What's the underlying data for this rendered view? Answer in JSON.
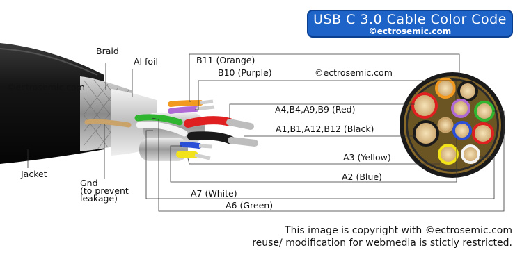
{
  "title": {
    "main": "USB C 3.0 Cable Color Code",
    "sub": "©ectrosemic.com"
  },
  "watermarks": [
    "©ectrosemic.com",
    "©ectrosemic.com"
  ],
  "labels": {
    "braid": "Braid",
    "al_foil": "Al foil",
    "jacket": "Jacket",
    "gnd": "Gnd\n(to prevent\nleakage)",
    "b11": "B11 (Orange)",
    "b10": "B10 (Purple)",
    "red": "A4,B4,A9,B9 (Red)",
    "black": "A1,B1,A12,B12 (Black)",
    "yellow": "A3 (Yellow)",
    "blue": "A2 (Blue)",
    "white": "A7 (White)",
    "green": "A6 (Green)"
  },
  "copyright": {
    "line1": "This image is copyright with ©ectrosemic.com",
    "line2": "reuse/ modification for webmedia is stictly restricted."
  },
  "colors": {
    "orange": "#f29a1f",
    "purple": "#b06ad6",
    "red": "#e02020",
    "black": "#1a1a1a",
    "yellow": "#f2e21a",
    "blue": "#2a4fd6",
    "white": "#f4f4f4",
    "green": "#2fb52f",
    "title_bg": "#1e63c8"
  }
}
